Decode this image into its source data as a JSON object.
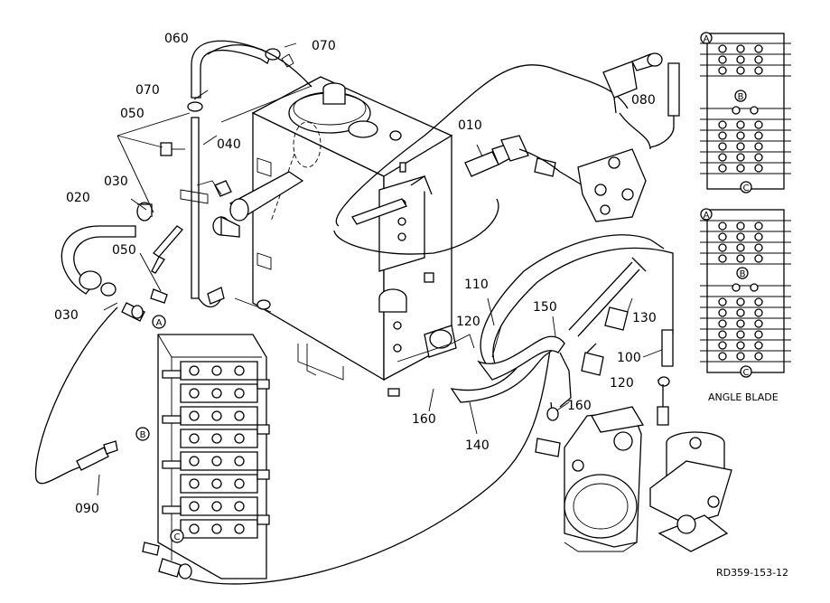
{
  "diagram": {
    "callouts": {
      "c010": "010",
      "c020": "020",
      "c030a": "030",
      "c030b": "030",
      "c040": "040",
      "c050a": "050",
      "c050b": "050",
      "c060": "060",
      "c070a": "070",
      "c070b": "070",
      "c080": "080",
      "c090": "090",
      "c100": "100",
      "c110": "110",
      "c120a": "120",
      "c120b": "120",
      "c130": "130",
      "c140": "140",
      "c150": "150",
      "c160a": "160",
      "c160b": "160"
    },
    "markers": {
      "A": "A",
      "B": "B",
      "C": "C"
    },
    "valve_views": {
      "top": {
        "marker_a": "A",
        "marker_b": "B",
        "marker_c": "C"
      },
      "bottom": {
        "marker_a": "A",
        "marker_b": "B",
        "marker_c": "C",
        "caption": "ANGLE BLADE"
      }
    },
    "figure_code": "RD359-153-12"
  }
}
